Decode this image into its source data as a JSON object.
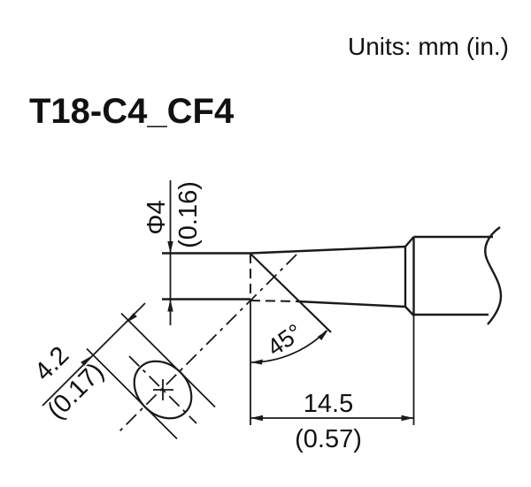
{
  "header": {
    "units_label": "Units: mm (in.)",
    "model": "T18-C4_CF4"
  },
  "diagram": {
    "kind": "soldering-tip-technical-drawing",
    "dimensions": {
      "diameter_mm": "Φ4",
      "diameter_in": "(0.16)",
      "face_mm": "4.2",
      "face_in": "(0.17)",
      "bevel_angle": "45°",
      "length_mm": "14.5",
      "length_in": "(0.57)"
    },
    "colors": {
      "line": "#1a1a1a",
      "background": "#ffffff"
    }
  }
}
